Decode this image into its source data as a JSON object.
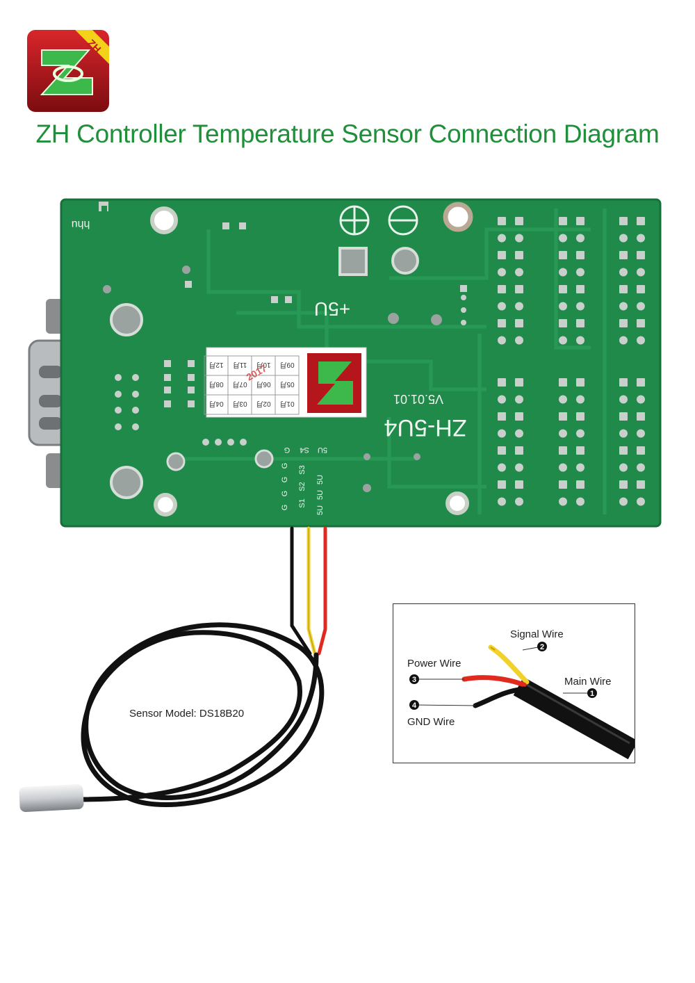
{
  "logo": {
    "badge_text": "ZH",
    "mark_text": "Z"
  },
  "title": "ZH Controller Temperature Sensor Connection Diagram",
  "board": {
    "model": "ZH-5U4",
    "version": "V5.01.01",
    "power_label": "+5U",
    "pins_top": [
      "5U",
      "S4",
      "G"
    ],
    "pins_col_5u": [
      "5U",
      "5U",
      "5U"
    ],
    "pins_col_s": [
      "S3",
      "S2",
      "S1"
    ],
    "pins_col_g": [
      "G",
      "G",
      "G",
      "G"
    ],
    "sticker_cells": [
      "09月",
      "10月",
      "11月",
      "12月",
      "05月",
      "06月",
      "07月",
      "08月",
      "01月",
      "02月",
      "03月",
      "04月"
    ],
    "qc_stamp": "2017"
  },
  "sensor_model": "Sensor Model: DS18B20",
  "inset": {
    "signal": {
      "label": "Signal Wire",
      "num": "2",
      "color": "#f2d12a"
    },
    "power": {
      "label": "Power Wire",
      "num": "3",
      "color": "#e02a1f"
    },
    "main": {
      "label": "Main Wire",
      "num": "1",
      "color": "#111111"
    },
    "gnd": {
      "label": "GND Wire",
      "num": "4",
      "color": "#111111"
    }
  },
  "colors": {
    "pcb": "#1f8a4a",
    "title": "#1f8f3a",
    "logo_red": "#b5161b",
    "logo_green": "#3db84a"
  }
}
